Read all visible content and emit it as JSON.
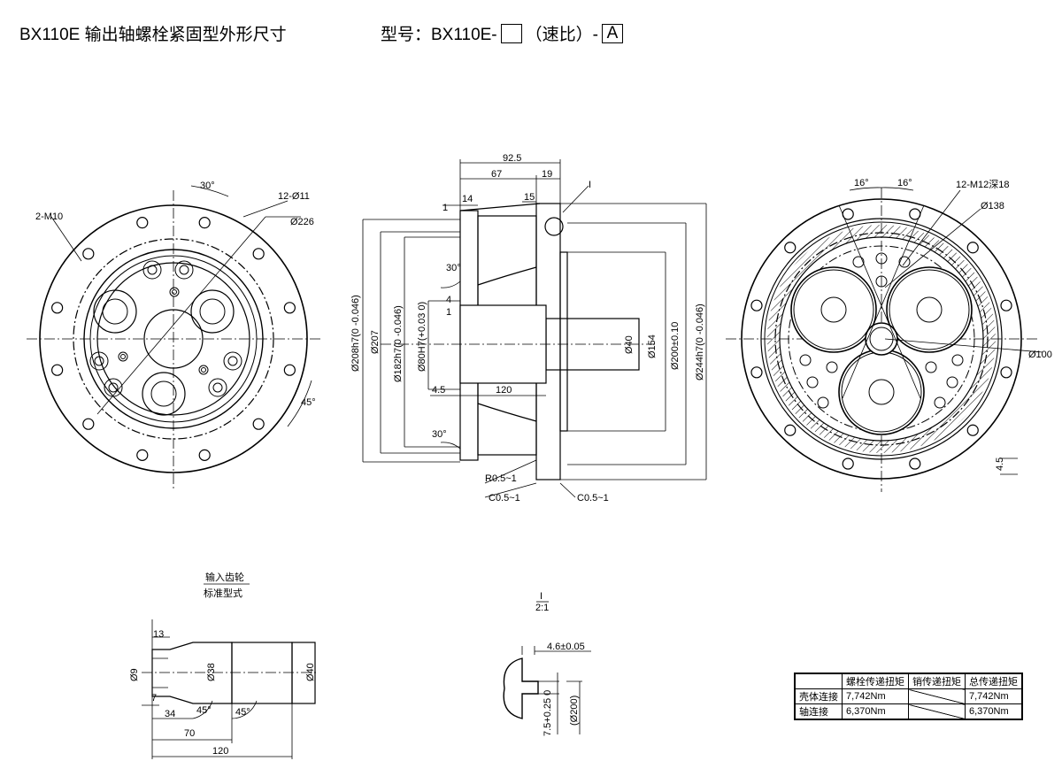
{
  "header": {
    "title": "BX110E 输出轴螺栓紧固型外形尺寸",
    "model_label": "型号：BX110E-",
    "ratio_label": "（速比）-",
    "suffix": "A"
  },
  "left_view": {
    "angle_30": "30°",
    "holes": "12-Ø11",
    "tapped": "2-M10",
    "pcd": "Ø226",
    "angle_45": "45°"
  },
  "section_view": {
    "overall": "92.5",
    "len_67": "67",
    "len_19": "19",
    "len_14": "14",
    "len_1a": "1",
    "len_15": "15",
    "detail": "I",
    "angle_30a": "30°",
    "len_4": "4",
    "len_1b": "1",
    "len_4_5": "4.5",
    "len_120": "120",
    "angle_30b": "30°",
    "r": "R0.5~1",
    "c1": "C0.5~1",
    "c2": "C0.5~1",
    "d208": "Ø208h7(0 -0.046)",
    "d207": "Ø207",
    "d182": "Ø182h7(0 -0.046)",
    "d80": "Ø80H7(+0.03 0)",
    "d40": "Ø40",
    "d154": "Ø154",
    "d200": "Ø200±0.10",
    "d244": "Ø244h7(0 -0.046)"
  },
  "right_view": {
    "ang1": "16°",
    "ang2": "16°",
    "tapped": "12-M12深18",
    "pcd": "Ø138",
    "d100": "Ø100",
    "len_4_5": "4.5"
  },
  "gear": {
    "title": "输入齿轮",
    "subtitle": "标准型式",
    "l13": "13",
    "d9": "Ø9",
    "d38": "Ø38",
    "d40": "Ø40",
    "l7": "7",
    "l34": "34",
    "a1": "45°",
    "a2": "45°",
    "l70": "70",
    "l120": "120"
  },
  "detail_view": {
    "label": "I",
    "scale": "2:1",
    "width": "4.6±0.05",
    "d200": "(Ø200)",
    "depth": "7.5+0.25 0"
  },
  "torque_table": {
    "headers": [
      "",
      "螺栓传递扭矩",
      "销传递扭矩",
      "总传递扭矩"
    ],
    "rows": [
      [
        "壳体连接",
        "7,742Nm",
        "",
        "7,742Nm"
      ],
      [
        "轴连接",
        "6,370Nm",
        "",
        "6,370Nm"
      ]
    ]
  }
}
